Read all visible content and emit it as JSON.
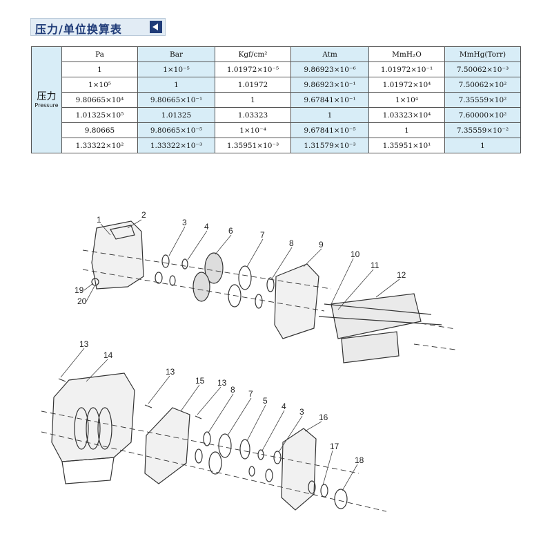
{
  "header": {
    "title": "压力/单位换算表",
    "arrow_icon": "triangle-left-icon"
  },
  "table": {
    "side_label_cn": "压力",
    "side_label_en": "Pressure",
    "columns": [
      "Pa",
      "Bar",
      "Kgf/cm²",
      "Atm",
      "MmH₂O",
      "MmHg(Torr)"
    ],
    "rows": [
      [
        "1",
        "1×10⁻⁵",
        "1.01972×10⁻⁵",
        "9.86923×10⁻⁶",
        "1.01972×10⁻¹",
        "7.50062×10⁻³"
      ],
      [
        "1×10⁵",
        "1",
        "1.01972",
        "9.86923×10⁻¹",
        "1.01972×10⁴",
        "7.50062×10²"
      ],
      [
        "9.80665×10⁴",
        "9.80665×10⁻¹",
        "1",
        "9.67841×10⁻¹",
        "1×10⁴",
        "7.35559×10²"
      ],
      [
        "1.01325×10⁵",
        "1.01325",
        "1.03323",
        "1",
        "1.03323×10⁴",
        "7.60000×10²"
      ],
      [
        "9.80665",
        "9.80665×10⁻⁵",
        "1×10⁻⁴",
        "9.67841×10⁻⁵",
        "1",
        "7.35559×10⁻²"
      ],
      [
        "1.33322×10²",
        "1.33322×10⁻³",
        "1.35951×10⁻³",
        "1.31579×10⁻³",
        "1.35951×10¹",
        "1"
      ]
    ]
  },
  "drawing": {
    "labels": [
      "1",
      "2",
      "3",
      "4",
      "6",
      "7",
      "8",
      "9",
      "10",
      "11",
      "12",
      "19",
      "20",
      "13",
      "14",
      "13",
      "15",
      "13",
      "8",
      "7",
      "5",
      "4",
      "3",
      "16",
      "17",
      "18"
    ]
  }
}
